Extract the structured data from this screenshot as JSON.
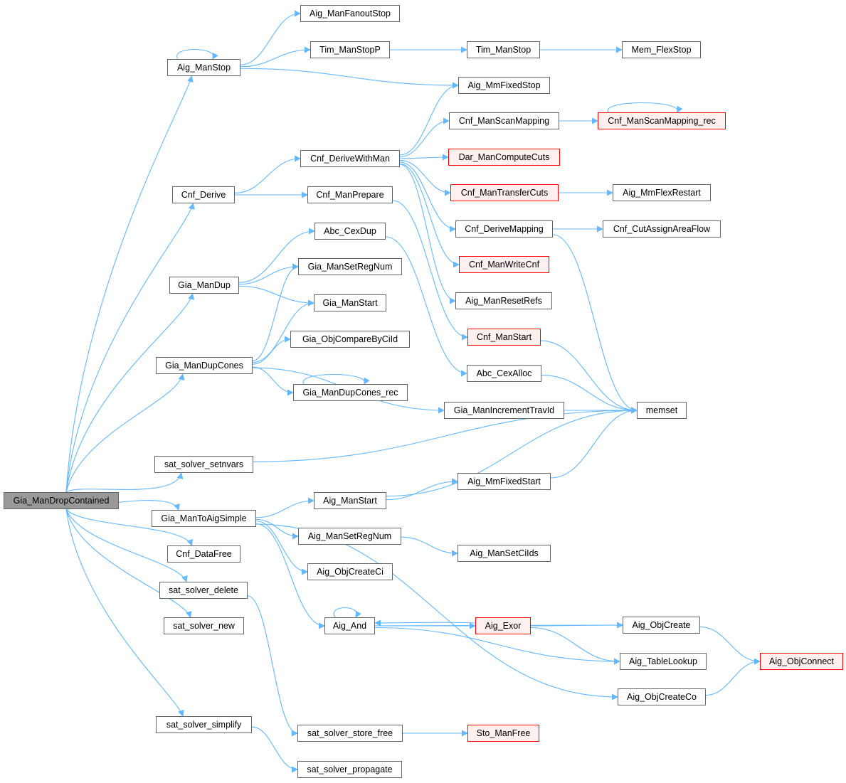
{
  "diagram": {
    "title": "Gia_ManDropContained call graph",
    "colors": {
      "edge": "#63b8ff",
      "node_border": "#666666",
      "root_fill": "#999999",
      "truncated_border": "#ff0000",
      "truncated_fill": "#fff0f0"
    },
    "nodes": [
      {
        "id": "Gia_ManDropContained",
        "label": "Gia_ManDropContained",
        "kind": "root"
      },
      {
        "id": "Aig_ManStop",
        "label": "Aig_ManStop",
        "kind": "normal"
      },
      {
        "id": "Aig_ManFanoutStop",
        "label": "Aig_ManFanoutStop",
        "kind": "normal"
      },
      {
        "id": "Tim_ManStopP",
        "label": "Tim_ManStopP",
        "kind": "normal"
      },
      {
        "id": "Tim_ManStop",
        "label": "Tim_ManStop",
        "kind": "normal"
      },
      {
        "id": "Mem_FlexStop",
        "label": "Mem_FlexStop",
        "kind": "normal"
      },
      {
        "id": "Aig_MmFixedStop",
        "label": "Aig_MmFixedStop",
        "kind": "normal"
      },
      {
        "id": "Cnf_ManScanMapping",
        "label": "Cnf_ManScanMapping",
        "kind": "normal"
      },
      {
        "id": "Cnf_ManScanMapping_rec",
        "label": "Cnf_ManScanMapping_rec",
        "kind": "truncated"
      },
      {
        "id": "Cnf_DeriveWithMan",
        "label": "Cnf_DeriveWithMan",
        "kind": "normal"
      },
      {
        "id": "Dar_ManComputeCuts",
        "label": "Dar_ManComputeCuts",
        "kind": "truncated"
      },
      {
        "id": "Cnf_Derive",
        "label": "Cnf_Derive",
        "kind": "normal"
      },
      {
        "id": "Cnf_ManPrepare",
        "label": "Cnf_ManPrepare",
        "kind": "normal"
      },
      {
        "id": "Cnf_ManTransferCuts",
        "label": "Cnf_ManTransferCuts",
        "kind": "truncated"
      },
      {
        "id": "Aig_MmFlexRestart",
        "label": "Aig_MmFlexRestart",
        "kind": "normal"
      },
      {
        "id": "Abc_CexDup",
        "label": "Abc_CexDup",
        "kind": "normal"
      },
      {
        "id": "Cnf_DeriveMapping",
        "label": "Cnf_DeriveMapping",
        "kind": "normal"
      },
      {
        "id": "Cnf_CutAssignAreaFlow",
        "label": "Cnf_CutAssignAreaFlow",
        "kind": "normal"
      },
      {
        "id": "Gia_ManSetRegNum",
        "label": "Gia_ManSetRegNum",
        "kind": "normal"
      },
      {
        "id": "Cnf_ManWriteCnf",
        "label": "Cnf_ManWriteCnf",
        "kind": "truncated"
      },
      {
        "id": "Gia_ManDup",
        "label": "Gia_ManDup",
        "kind": "normal"
      },
      {
        "id": "Gia_ManStart",
        "label": "Gia_ManStart",
        "kind": "normal"
      },
      {
        "id": "Aig_ManResetRefs",
        "label": "Aig_ManResetRefs",
        "kind": "normal"
      },
      {
        "id": "Gia_ObjCompareByCiId",
        "label": "Gia_ObjCompareByCiId",
        "kind": "normal"
      },
      {
        "id": "Cnf_ManStart",
        "label": "Cnf_ManStart",
        "kind": "truncated"
      },
      {
        "id": "Gia_ManDupCones",
        "label": "Gia_ManDupCones",
        "kind": "normal"
      },
      {
        "id": "Abc_CexAlloc",
        "label": "Abc_CexAlloc",
        "kind": "normal"
      },
      {
        "id": "Gia_ManDupCones_rec",
        "label": "Gia_ManDupCones_rec",
        "kind": "normal"
      },
      {
        "id": "Gia_ManIncrementTravId",
        "label": "Gia_ManIncrementTravId",
        "kind": "normal"
      },
      {
        "id": "memset",
        "label": "memset",
        "kind": "normal"
      },
      {
        "id": "sat_solver_setnvars",
        "label": "sat_solver_setnvars",
        "kind": "normal"
      },
      {
        "id": "Aig_MmFixedStart",
        "label": "Aig_MmFixedStart",
        "kind": "normal"
      },
      {
        "id": "Aig_ManStart",
        "label": "Aig_ManStart",
        "kind": "normal"
      },
      {
        "id": "Gia_ManToAigSimple",
        "label": "Gia_ManToAigSimple",
        "kind": "normal"
      },
      {
        "id": "Aig_ManSetRegNum",
        "label": "Aig_ManSetRegNum",
        "kind": "normal"
      },
      {
        "id": "Aig_ManSetCiIds",
        "label": "Aig_ManSetCiIds",
        "kind": "normal"
      },
      {
        "id": "Cnf_DataFree",
        "label": "Cnf_DataFree",
        "kind": "normal"
      },
      {
        "id": "Aig_ObjCreateCi",
        "label": "Aig_ObjCreateCi",
        "kind": "normal"
      },
      {
        "id": "sat_solver_delete",
        "label": "sat_solver_delete",
        "kind": "normal"
      },
      {
        "id": "Aig_And",
        "label": "Aig_And",
        "kind": "normal"
      },
      {
        "id": "Aig_Exor",
        "label": "Aig_Exor",
        "kind": "truncated"
      },
      {
        "id": "Aig_ObjCreate",
        "label": "Aig_ObjCreate",
        "kind": "normal"
      },
      {
        "id": "sat_solver_new",
        "label": "sat_solver_new",
        "kind": "normal"
      },
      {
        "id": "Aig_TableLookup",
        "label": "Aig_TableLookup",
        "kind": "normal"
      },
      {
        "id": "Aig_ObjConnect",
        "label": "Aig_ObjConnect",
        "kind": "truncated"
      },
      {
        "id": "Aig_ObjCreateCo",
        "label": "Aig_ObjCreateCo",
        "kind": "normal"
      },
      {
        "id": "sat_solver_simplify",
        "label": "sat_solver_simplify",
        "kind": "normal"
      },
      {
        "id": "sat_solver_store_free",
        "label": "sat_solver_store_free",
        "kind": "normal"
      },
      {
        "id": "Sto_ManFree",
        "label": "Sto_ManFree",
        "kind": "truncated"
      },
      {
        "id": "sat_solver_propagate",
        "label": "sat_solver_propagate",
        "kind": "normal"
      }
    ],
    "edges": [
      [
        "Gia_ManDropContained",
        "Aig_ManStop"
      ],
      [
        "Gia_ManDropContained",
        "Cnf_Derive"
      ],
      [
        "Gia_ManDropContained",
        "Gia_ManDup"
      ],
      [
        "Gia_ManDropContained",
        "Gia_ManDupCones"
      ],
      [
        "Gia_ManDropContained",
        "sat_solver_setnvars"
      ],
      [
        "Gia_ManDropContained",
        "Gia_ManToAigSimple"
      ],
      [
        "Gia_ManDropContained",
        "Cnf_DataFree"
      ],
      [
        "Gia_ManDropContained",
        "sat_solver_delete"
      ],
      [
        "Gia_ManDropContained",
        "sat_solver_new"
      ],
      [
        "Gia_ManDropContained",
        "sat_solver_simplify"
      ],
      [
        "Aig_ManStop",
        "Aig_ManStop"
      ],
      [
        "Aig_ManStop",
        "Aig_ManFanoutStop"
      ],
      [
        "Aig_ManStop",
        "Tim_ManStopP"
      ],
      [
        "Aig_ManStop",
        "Aig_MmFixedStop"
      ],
      [
        "Tim_ManStopP",
        "Tim_ManStop"
      ],
      [
        "Tim_ManStop",
        "Mem_FlexStop"
      ],
      [
        "Cnf_Derive",
        "Cnf_DeriveWithMan"
      ],
      [
        "Cnf_Derive",
        "Cnf_ManPrepare"
      ],
      [
        "Cnf_DeriveWithMan",
        "Aig_MmFixedStop"
      ],
      [
        "Cnf_DeriveWithMan",
        "Cnf_ManScanMapping"
      ],
      [
        "Cnf_DeriveWithMan",
        "Dar_ManComputeCuts"
      ],
      [
        "Cnf_DeriveWithMan",
        "Cnf_ManTransferCuts"
      ],
      [
        "Cnf_DeriveWithMan",
        "Cnf_DeriveMapping"
      ],
      [
        "Cnf_DeriveWithMan",
        "Cnf_ManWriteCnf"
      ],
      [
        "Cnf_DeriveWithMan",
        "Aig_ManResetRefs"
      ],
      [
        "Cnf_ManPrepare",
        "Cnf_ManStart"
      ],
      [
        "Cnf_ManScanMapping",
        "Cnf_ManScanMapping_rec"
      ],
      [
        "Cnf_ManScanMapping_rec",
        "Cnf_ManScanMapping_rec"
      ],
      [
        "Cnf_ManTransferCuts",
        "Aig_MmFlexRestart"
      ],
      [
        "Cnf_DeriveMapping",
        "Cnf_CutAssignAreaFlow"
      ],
      [
        "Cnf_DeriveMapping",
        "memset"
      ],
      [
        "Cnf_ManStart",
        "memset"
      ],
      [
        "Gia_ManDup",
        "Abc_CexDup"
      ],
      [
        "Gia_ManDup",
        "Gia_ManSetRegNum"
      ],
      [
        "Gia_ManDup",
        "Gia_ManStart"
      ],
      [
        "Abc_CexDup",
        "Abc_CexAlloc"
      ],
      [
        "Abc_CexAlloc",
        "memset"
      ],
      [
        "Gia_ManDupCones",
        "Gia_ManSetRegNum"
      ],
      [
        "Gia_ManDupCones",
        "Gia_ManStart"
      ],
      [
        "Gia_ManDupCones",
        "Gia_ObjCompareByCiId"
      ],
      [
        "Gia_ManDupCones",
        "Gia_ManDupCones_rec"
      ],
      [
        "Gia_ManDupCones",
        "Gia_ManIncrementTravId"
      ],
      [
        "Gia_ManDupCones_rec",
        "Gia_ManDupCones_rec"
      ],
      [
        "Gia_ManIncrementTravId",
        "memset"
      ],
      [
        "sat_solver_setnvars",
        "memset"
      ],
      [
        "Gia_ManToAigSimple",
        "Aig_ManStart"
      ],
      [
        "Gia_ManToAigSimple",
        "Aig_ManSetRegNum"
      ],
      [
        "Gia_ManToAigSimple",
        "Aig_ObjCreateCi"
      ],
      [
        "Gia_ManToAigSimple",
        "Aig_And"
      ],
      [
        "Gia_ManToAigSimple",
        "Aig_ObjCreateCo"
      ],
      [
        "Aig_ManStart",
        "Aig_MmFixedStart"
      ],
      [
        "Aig_ManStart",
        "memset"
      ],
      [
        "Aig_MmFixedStart",
        "memset"
      ],
      [
        "Aig_ManSetRegNum",
        "Aig_ManSetCiIds"
      ],
      [
        "Aig_And",
        "Aig_And"
      ],
      [
        "Aig_And",
        "Aig_Exor"
      ],
      [
        "Aig_And",
        "Aig_ObjCreate"
      ],
      [
        "Aig_And",
        "Aig_TableLookup"
      ],
      [
        "Aig_Exor",
        "Aig_And"
      ],
      [
        "Aig_Exor",
        "Aig_ObjCreate"
      ],
      [
        "Aig_Exor",
        "Aig_TableLookup"
      ],
      [
        "Aig_ObjCreate",
        "Aig_ObjConnect"
      ],
      [
        "Aig_ObjCreateCo",
        "Aig_ObjConnect"
      ],
      [
        "sat_solver_delete",
        "sat_solver_store_free"
      ],
      [
        "sat_solver_store_free",
        "Sto_ManFree"
      ],
      [
        "sat_solver_simplify",
        "sat_solver_propagate"
      ]
    ]
  }
}
